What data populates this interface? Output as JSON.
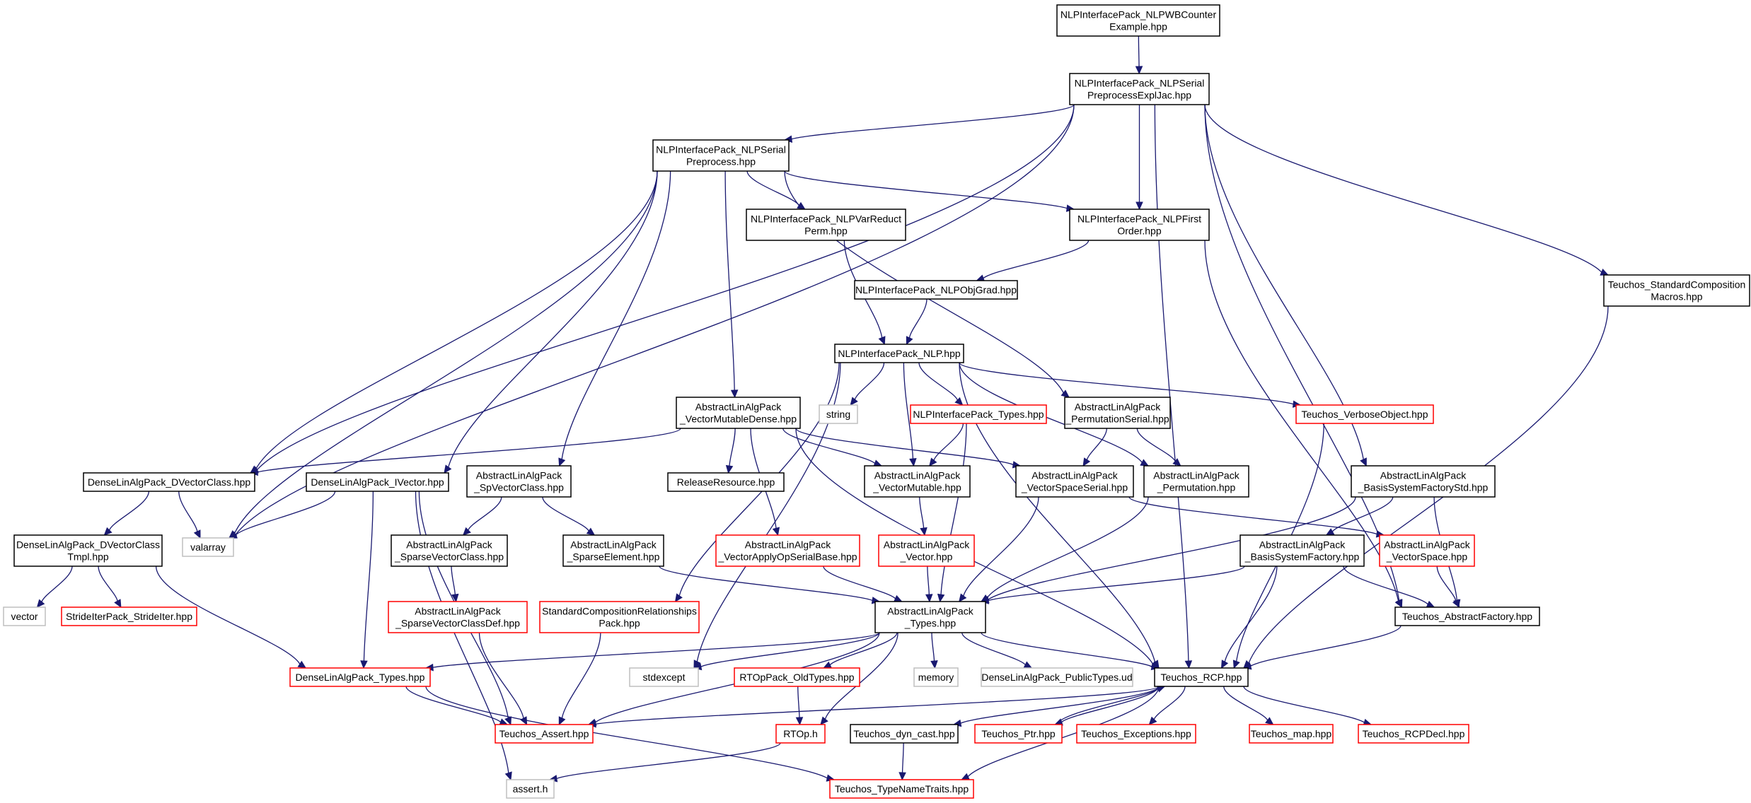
{
  "colors": {
    "edge": "#191970",
    "border_normal": "#000000",
    "border_truncated": "#ff0000",
    "border_system": "#bfbfbf",
    "root_fill": "#bfbfbf"
  },
  "graph": {
    "nodes": [
      {
        "id": "root",
        "lines": [
          "NLPInterfacePack_NLPWBCounter",
          "Example.hpp"
        ],
        "kind": "root"
      },
      {
        "id": "serial_expl",
        "lines": [
          "NLPInterfacePack_NLPSerial",
          "PreprocessExplJac.hpp"
        ],
        "kind": "normal"
      },
      {
        "id": "serial_pre",
        "lines": [
          "NLPInterfacePack_NLPSerial",
          "Preprocess.hpp"
        ],
        "kind": "normal"
      },
      {
        "id": "varreduct",
        "lines": [
          "NLPInterfacePack_NLPVarReduct",
          "Perm.hpp"
        ],
        "kind": "normal"
      },
      {
        "id": "firstorder",
        "lines": [
          "NLPInterfacePack_NLPFirst",
          "Order.hpp"
        ],
        "kind": "normal"
      },
      {
        "id": "objgrad",
        "lines": [
          "NLPInterfacePack_NLPObjGrad.hpp"
        ],
        "kind": "normal"
      },
      {
        "id": "stdcomp",
        "lines": [
          "Teuchos_StandardComposition",
          "Macros.hpp"
        ],
        "kind": "normal"
      },
      {
        "id": "nlp",
        "lines": [
          "NLPInterfacePack_NLP.hpp"
        ],
        "kind": "normal"
      },
      {
        "id": "vecmutdense",
        "lines": [
          "AbstractLinAlgPack",
          "_VectorMutableDense.hpp"
        ],
        "kind": "normal"
      },
      {
        "id": "string",
        "lines": [
          "string"
        ],
        "kind": "system"
      },
      {
        "id": "nlptypes",
        "lines": [
          "NLPInterfacePack_Types.hpp"
        ],
        "kind": "truncated"
      },
      {
        "id": "permserial",
        "lines": [
          "AbstractLinAlgPack",
          "_PermutationSerial.hpp"
        ],
        "kind": "normal"
      },
      {
        "id": "verbose",
        "lines": [
          "Teuchos_VerboseObject.hpp"
        ],
        "kind": "truncated"
      },
      {
        "id": "dvecclass",
        "lines": [
          "DenseLinAlgPack_DVectorClass.hpp"
        ],
        "kind": "normal"
      },
      {
        "id": "ivector",
        "lines": [
          "DenseLinAlgPack_IVector.hpp"
        ],
        "kind": "normal"
      },
      {
        "id": "spvecclass",
        "lines": [
          "AbstractLinAlgPack",
          "_SpVectorClass.hpp"
        ],
        "kind": "normal"
      },
      {
        "id": "relres",
        "lines": [
          "ReleaseResource.hpp"
        ],
        "kind": "normal"
      },
      {
        "id": "vecmut",
        "lines": [
          "AbstractLinAlgPack",
          "_VectorMutable.hpp"
        ],
        "kind": "normal"
      },
      {
        "id": "vsserial",
        "lines": [
          "AbstractLinAlgPack",
          "_VectorSpaceSerial.hpp"
        ],
        "kind": "normal"
      },
      {
        "id": "perm",
        "lines": [
          "AbstractLinAlgPack",
          "_Permutation.hpp"
        ],
        "kind": "normal"
      },
      {
        "id": "bsfstd",
        "lines": [
          "AbstractLinAlgPack",
          "_BasisSystemFactoryStd.hpp"
        ],
        "kind": "normal"
      },
      {
        "id": "valarray",
        "lines": [
          "valarray"
        ],
        "kind": "system"
      },
      {
        "id": "dvecclasstmpl",
        "lines": [
          "DenseLinAlgPack_DVectorClass",
          "Tmpl.hpp"
        ],
        "kind": "normal"
      },
      {
        "id": "sparsevecclass",
        "lines": [
          "AbstractLinAlgPack",
          "_SparseVectorClass.hpp"
        ],
        "kind": "normal"
      },
      {
        "id": "sparseelem",
        "lines": [
          "AbstractLinAlgPack",
          "_SparseElement.hpp"
        ],
        "kind": "normal"
      },
      {
        "id": "vecapply",
        "lines": [
          "AbstractLinAlgPack",
          "_VectorApplyOpSerialBase.hpp"
        ],
        "kind": "truncated"
      },
      {
        "id": "vector_alp",
        "lines": [
          "AbstractLinAlgPack",
          "_Vector.hpp"
        ],
        "kind": "truncated"
      },
      {
        "id": "bsf",
        "lines": [
          "AbstractLinAlgPack",
          "_BasisSystemFactory.hpp"
        ],
        "kind": "normal"
      },
      {
        "id": "vecspace",
        "lines": [
          "AbstractLinAlgPack",
          "_VectorSpace.hpp"
        ],
        "kind": "truncated"
      },
      {
        "id": "vector_std",
        "lines": [
          "vector"
        ],
        "kind": "system"
      },
      {
        "id": "strideiter",
        "lines": [
          "StrideIterPack_StrideIter.hpp"
        ],
        "kind": "truncated"
      },
      {
        "id": "sparsevecdef",
        "lines": [
          "AbstractLinAlgPack",
          "_SparseVectorClassDef.hpp"
        ],
        "kind": "truncated"
      },
      {
        "id": "stdcomprel",
        "lines": [
          "StandardCompositionRelationships",
          "Pack.hpp"
        ],
        "kind": "truncated"
      },
      {
        "id": "alptypes",
        "lines": [
          "AbstractLinAlgPack",
          "_Types.hpp"
        ],
        "kind": "normal"
      },
      {
        "id": "absfactory",
        "lines": [
          "Teuchos_AbstractFactory.hpp"
        ],
        "kind": "normal"
      },
      {
        "id": "dlatypes",
        "lines": [
          "DenseLinAlgPack_Types.hpp"
        ],
        "kind": "truncated"
      },
      {
        "id": "stdexcept",
        "lines": [
          "stdexcept"
        ],
        "kind": "system"
      },
      {
        "id": "rtopold",
        "lines": [
          "RTOpPack_OldTypes.hpp"
        ],
        "kind": "truncated"
      },
      {
        "id": "memory",
        "lines": [
          "memory"
        ],
        "kind": "system"
      },
      {
        "id": "dlapubtypes",
        "lines": [
          "DenseLinAlgPack_PublicTypes.ud"
        ],
        "kind": "system"
      },
      {
        "id": "rcp",
        "lines": [
          "Teuchos_RCP.hpp"
        ],
        "kind": "normal"
      },
      {
        "id": "assert",
        "lines": [
          "Teuchos_Assert.hpp"
        ],
        "kind": "truncated"
      },
      {
        "id": "rtoph",
        "lines": [
          "RTOp.h"
        ],
        "kind": "truncated"
      },
      {
        "id": "dyncast",
        "lines": [
          "Teuchos_dyn_cast.hpp"
        ],
        "kind": "normal"
      },
      {
        "id": "ptr",
        "lines": [
          "Teuchos_Ptr.hpp"
        ],
        "kind": "truncated"
      },
      {
        "id": "exceptions",
        "lines": [
          "Teuchos_Exceptions.hpp"
        ],
        "kind": "truncated"
      },
      {
        "id": "tmap",
        "lines": [
          "Teuchos_map.hpp"
        ],
        "kind": "truncated"
      },
      {
        "id": "rcpdecl",
        "lines": [
          "Teuchos_RCPDecl.hpp"
        ],
        "kind": "truncated"
      },
      {
        "id": "asserth",
        "lines": [
          "assert.h"
        ],
        "kind": "system"
      },
      {
        "id": "typenametraits",
        "lines": [
          "Teuchos_TypeNameTraits.hpp"
        ],
        "kind": "truncated"
      }
    ],
    "edges": [
      [
        "root",
        "serial_expl"
      ],
      [
        "serial_expl",
        "serial_pre"
      ],
      [
        "serial_expl",
        "firstorder"
      ],
      [
        "serial_expl",
        "stdcomp"
      ],
      [
        "serial_expl",
        "dvecclass"
      ],
      [
        "serial_expl",
        "valarray"
      ],
      [
        "serial_expl",
        "bsfstd"
      ],
      [
        "serial_expl",
        "absfactory"
      ],
      [
        "serial_expl",
        "rcp"
      ],
      [
        "serial_pre",
        "varreduct"
      ],
      [
        "serial_pre",
        "firstorder"
      ],
      [
        "serial_pre",
        "dvecclass"
      ],
      [
        "serial_pre",
        "valarray"
      ],
      [
        "serial_pre",
        "ivector"
      ],
      [
        "serial_pre",
        "spvecclass"
      ],
      [
        "serial_pre",
        "vecmutdense"
      ],
      [
        "serial_pre",
        "permserial"
      ],
      [
        "varreduct",
        "nlp"
      ],
      [
        "firstorder",
        "objgrad"
      ],
      [
        "firstorder",
        "absfactory"
      ],
      [
        "objgrad",
        "nlp"
      ],
      [
        "stdcomp",
        "rcp"
      ],
      [
        "nlp",
        "string"
      ],
      [
        "nlp",
        "nlptypes"
      ],
      [
        "nlp",
        "vecmut"
      ],
      [
        "nlp",
        "perm"
      ],
      [
        "nlp",
        "verbose"
      ],
      [
        "nlp",
        "rcp"
      ],
      [
        "nlp",
        "stdexcept"
      ],
      [
        "nlp",
        "stdcomprel"
      ],
      [
        "vecmutdense",
        "dvecclass"
      ],
      [
        "vecmutdense",
        "relres"
      ],
      [
        "vecmutdense",
        "vecmut"
      ],
      [
        "vecmutdense",
        "vsserial"
      ],
      [
        "vecmutdense",
        "vecapply"
      ],
      [
        "vecmutdense",
        "rcp"
      ],
      [
        "nlptypes",
        "vecmut"
      ],
      [
        "nlptypes",
        "alptypes"
      ],
      [
        "permserial",
        "vsserial"
      ],
      [
        "permserial",
        "perm"
      ],
      [
        "verbose",
        "rcp"
      ],
      [
        "dvecclass",
        "valarray"
      ],
      [
        "dvecclass",
        "dvecclasstmpl"
      ],
      [
        "ivector",
        "valarray"
      ],
      [
        "ivector",
        "dlatypes"
      ],
      [
        "ivector",
        "assert"
      ],
      [
        "ivector",
        "asserth"
      ],
      [
        "spvecclass",
        "sparsevecclass"
      ],
      [
        "spvecclass",
        "sparseelem"
      ],
      [
        "vecmut",
        "vector_alp"
      ],
      [
        "vsserial",
        "alptypes"
      ],
      [
        "vsserial",
        "vecspace"
      ],
      [
        "perm",
        "alptypes"
      ],
      [
        "bsfstd",
        "alptypes"
      ],
      [
        "bsfstd",
        "bsf"
      ],
      [
        "bsfstd",
        "absfactory"
      ],
      [
        "dvecclasstmpl",
        "vector_std"
      ],
      [
        "dvecclasstmpl",
        "strideiter"
      ],
      [
        "dvecclasstmpl",
        "dlatypes"
      ],
      [
        "sparsevecclass",
        "sparsevecdef"
      ],
      [
        "sparseelem",
        "alptypes"
      ],
      [
        "vecapply",
        "alptypes"
      ],
      [
        "vector_alp",
        "alptypes"
      ],
      [
        "bsf",
        "alptypes"
      ],
      [
        "bsf",
        "absfactory"
      ],
      [
        "bsf",
        "rcp"
      ],
      [
        "vecspace",
        "absfactory"
      ],
      [
        "sparsevecdef",
        "assert"
      ],
      [
        "stdcomprel",
        "assert"
      ],
      [
        "alptypes",
        "dlatypes"
      ],
      [
        "alptypes",
        "stdexcept"
      ],
      [
        "alptypes",
        "assert"
      ],
      [
        "alptypes",
        "rtopold"
      ],
      [
        "alptypes",
        "memory"
      ],
      [
        "alptypes",
        "dlapubtypes"
      ],
      [
        "alptypes",
        "rcp"
      ],
      [
        "alptypes",
        "rtoph"
      ],
      [
        "absfactory",
        "rcp"
      ],
      [
        "dlatypes",
        "assert"
      ],
      [
        "dlatypes",
        "typenametraits"
      ],
      [
        "rtopold",
        "rtoph"
      ],
      [
        "rcp",
        "assert"
      ],
      [
        "rcp",
        "dyncast"
      ],
      [
        "rcp",
        "ptr"
      ],
      [
        "rcp",
        "exceptions"
      ],
      [
        "rcp",
        "tmap"
      ],
      [
        "rcp",
        "rcpdecl"
      ],
      [
        "rcp",
        "typenametraits"
      ],
      [
        "ptr",
        "rcp"
      ],
      [
        "dyncast",
        "typenametraits"
      ],
      [
        "rtoph",
        "asserth"
      ]
    ]
  }
}
